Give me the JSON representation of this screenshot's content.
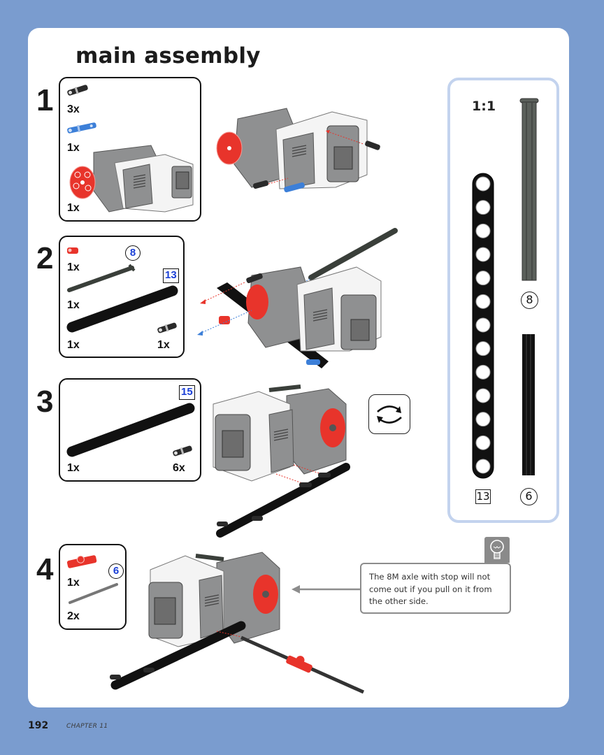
{
  "page": {
    "title": "main assembly",
    "page_number": "192",
    "chapter": "CHAPTER 11"
  },
  "colors": {
    "background": "#7a9ccf",
    "panel_border": "#c3d3ee",
    "length_label": "#1a3fd6",
    "part_red": "#e8342b",
    "part_blue": "#3c7fd8",
    "part_black": "#1a1a1a",
    "part_gray": "#8f9091"
  },
  "steps": [
    {
      "number": "1",
      "parts": [
        {
          "name": "black-friction-pin",
          "qty": "3x"
        },
        {
          "name": "blue-axle-pin",
          "qty": "1x"
        },
        {
          "name": "medium-motor-with-red-hub",
          "qty": "1x"
        }
      ]
    },
    {
      "number": "2",
      "parts": [
        {
          "name": "red-bush",
          "qty": "1x"
        },
        {
          "name": "axle-with-stop",
          "qty": "1x",
          "length": "8",
          "length_style": "circle"
        },
        {
          "name": "beam",
          "qty": "1x",
          "length": "13",
          "length_style": "square"
        },
        {
          "name": "black-friction-pin",
          "qty": "1x"
        }
      ]
    },
    {
      "number": "3",
      "parts": [
        {
          "name": "beam",
          "qty": "1x",
          "length": "15",
          "length_style": "square"
        },
        {
          "name": "black-friction-pin",
          "qty": "6x"
        }
      ]
    },
    {
      "number": "4",
      "parts": [
        {
          "name": "red-axle-connector",
          "qty": "1x"
        },
        {
          "name": "axle",
          "qty": "2x",
          "length": "6",
          "length_style": "circle"
        }
      ]
    }
  ],
  "reference_panel": {
    "scale": "1:1",
    "items": [
      {
        "name": "axle-with-stop",
        "label": "8",
        "label_style": "circle"
      },
      {
        "name": "beam",
        "label": "13",
        "label_style": "square"
      },
      {
        "name": "axle",
        "label": "6",
        "label_style": "circle"
      }
    ]
  },
  "rotate_icon": "rotate-model-icon",
  "tip": {
    "icon": "lightbulb-icon",
    "text": "The 8M axle with stop will not come out if you pull on it from the other side."
  }
}
